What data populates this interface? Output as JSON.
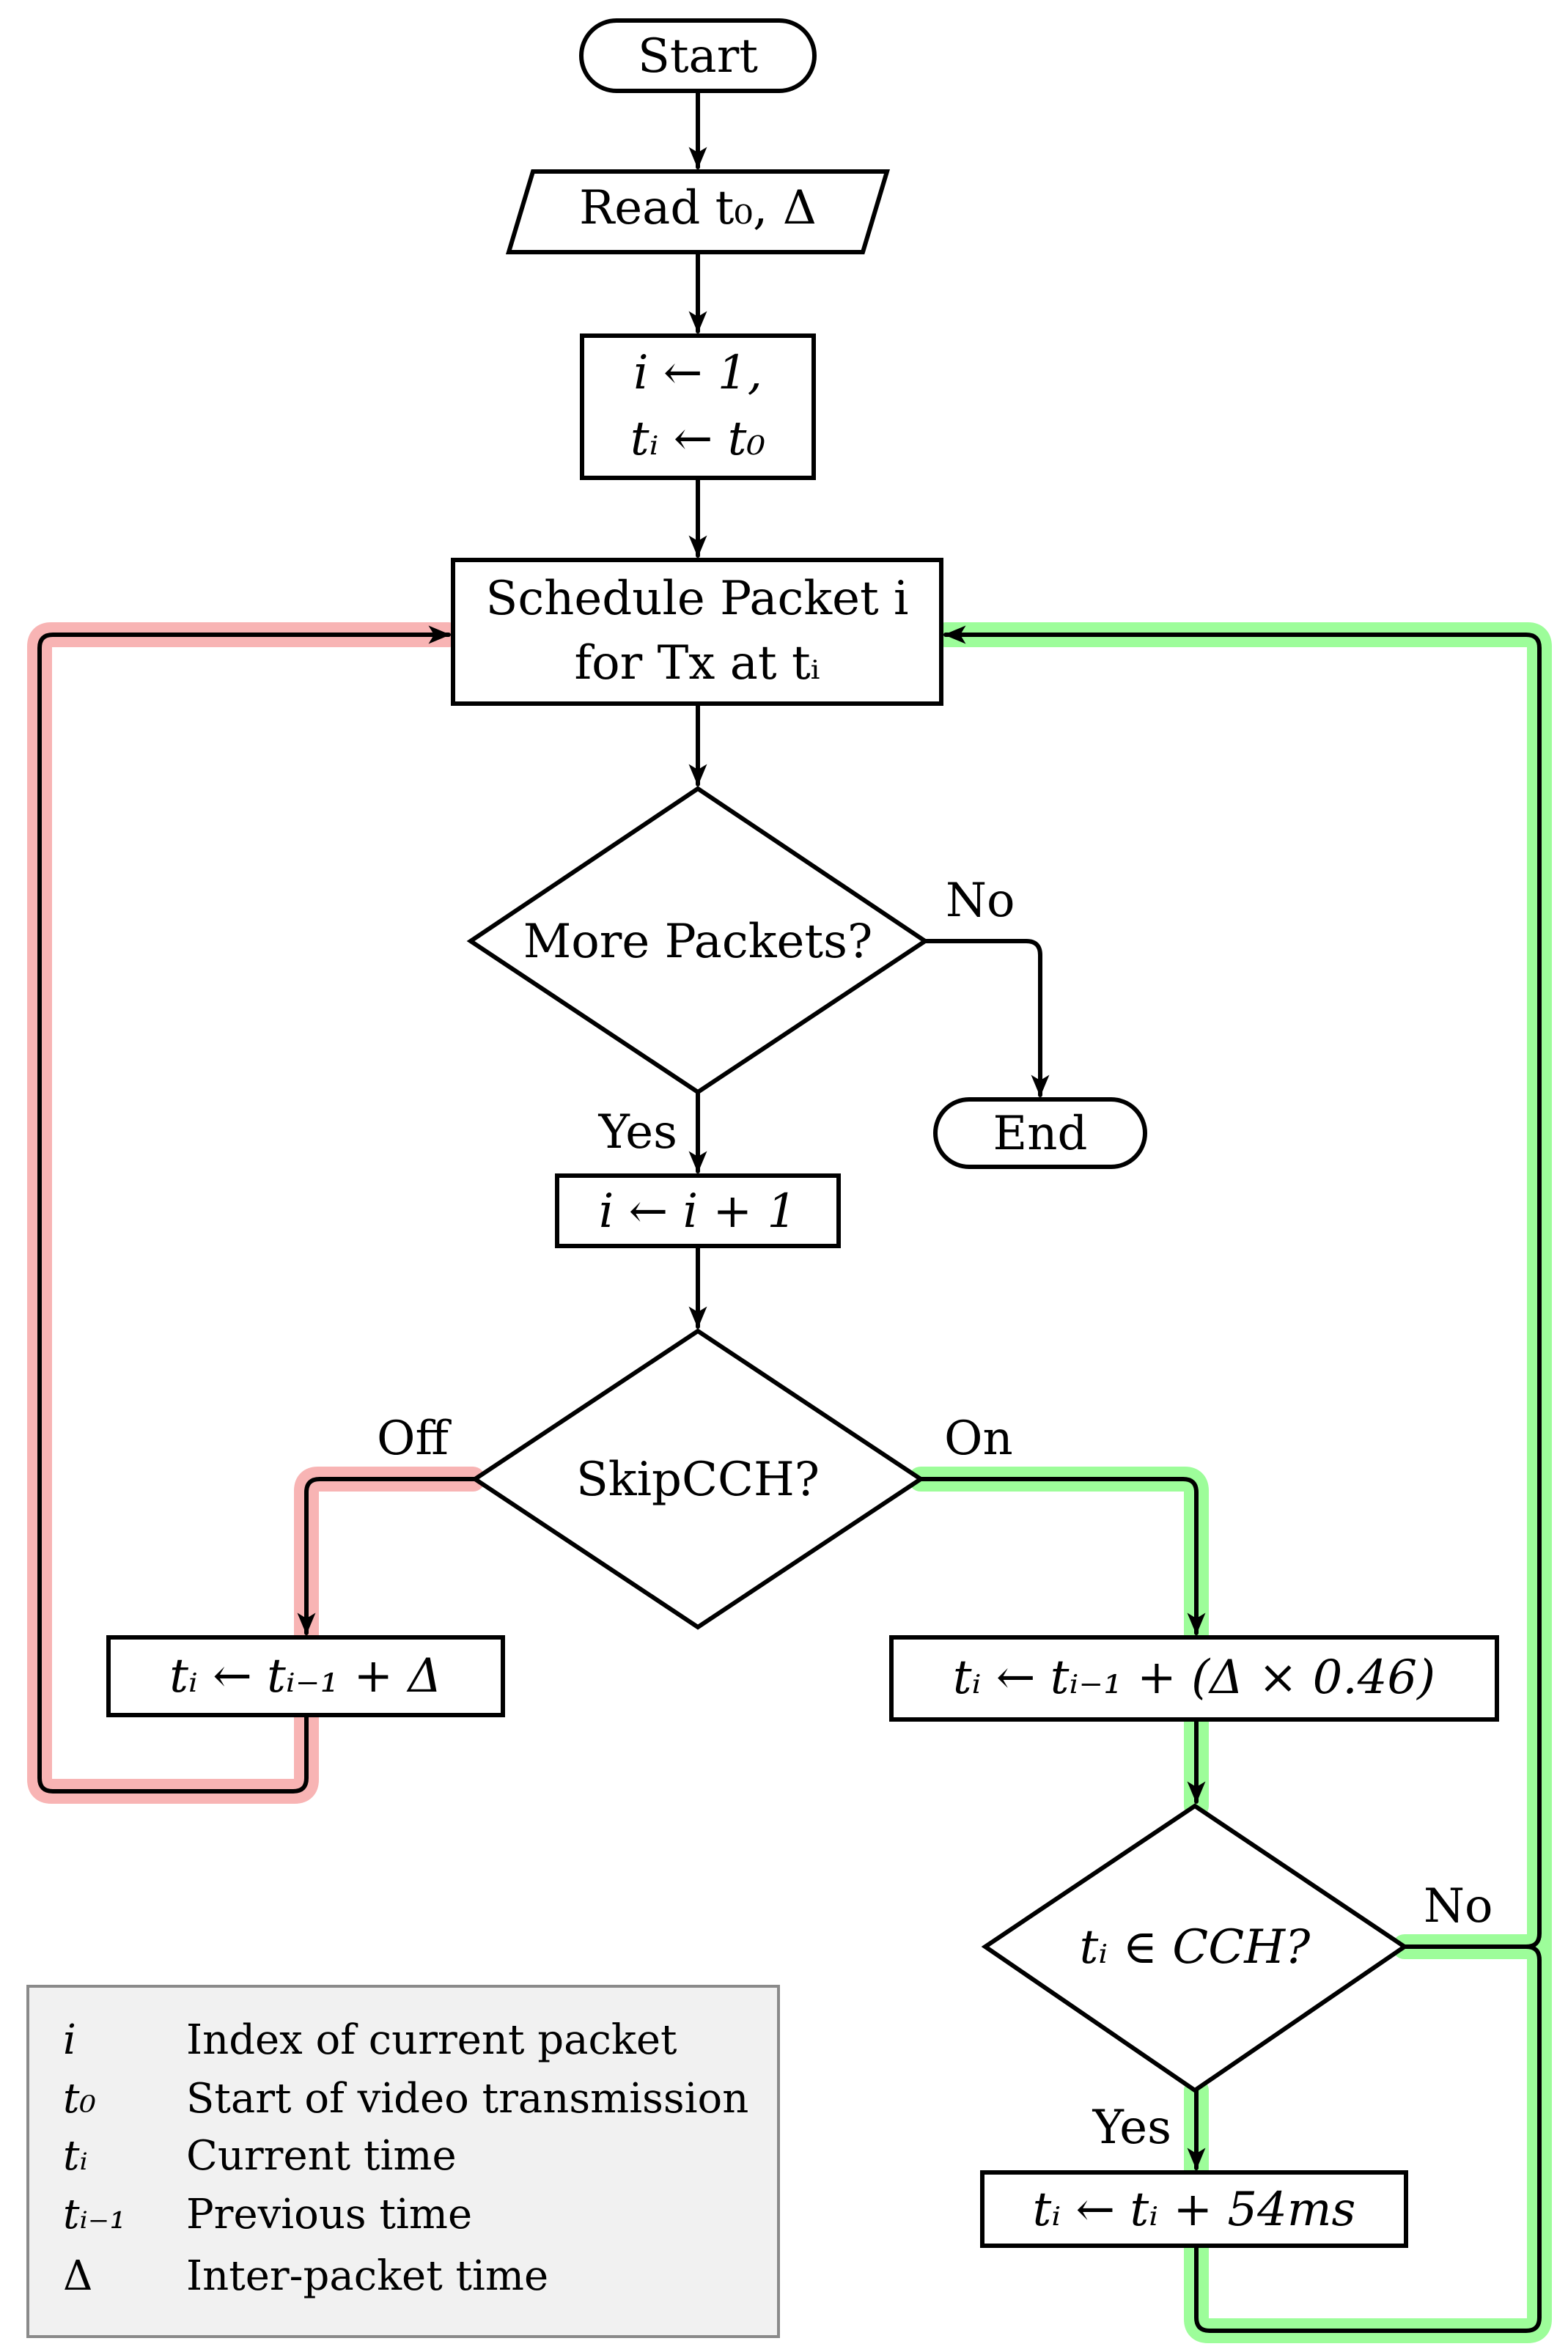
{
  "nodes": {
    "start": "Start",
    "read": "Read t₀, Δ",
    "init_line1": "i ← 1,",
    "init_line2": "tᵢ ← t₀",
    "schedule_line1": "Schedule Packet i",
    "schedule_line2": "for Tx at tᵢ",
    "more_packets": "More Packets?",
    "end": "End",
    "increment": "i ← i + 1",
    "skipcch": "SkipCCH?",
    "update_off": "tᵢ ← tᵢ₋₁ + Δ",
    "update_on": "tᵢ ← tᵢ₋₁ + (Δ × 0.46)",
    "in_cch": "tᵢ ∈ CCH?",
    "add_54": "tᵢ ← tᵢ + 54ms"
  },
  "edge_labels": {
    "more_no": "No",
    "more_yes": "Yes",
    "skip_off": "Off",
    "skip_on": "On",
    "cch_no": "No",
    "cch_yes": "Yes"
  },
  "legend": [
    {
      "symbol": "i",
      "description": "Index of current packet"
    },
    {
      "symbol": "t₀",
      "description": "Start of video transmission"
    },
    {
      "symbol": "tᵢ",
      "description": "Current time"
    },
    {
      "symbol": "tᵢ₋₁",
      "description": "Previous time"
    },
    {
      "symbol": "Δ",
      "description": "Inter-packet time"
    }
  ],
  "colors": {
    "off_path_highlight": "#f8b4b4",
    "on_path_highlight": "#9dfd9a",
    "legend_background": "#f1f1f1"
  }
}
